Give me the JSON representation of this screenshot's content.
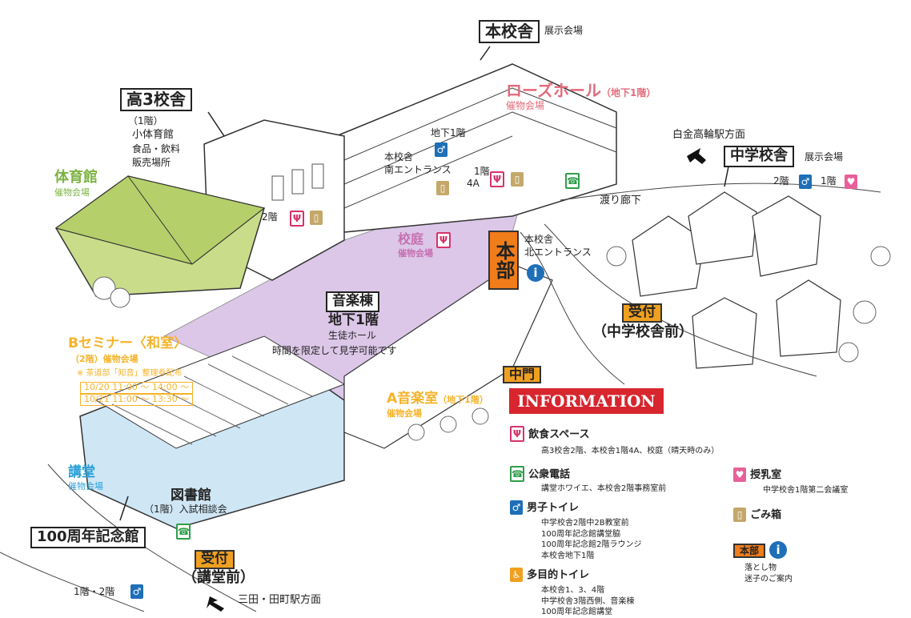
{
  "buildings": {
    "honkousha": {
      "name": "本校舎",
      "note": "展示会場"
    },
    "rose_hall": {
      "name": "ローズホール",
      "floor": "（地下1階）",
      "use": "催物会場"
    },
    "kou3": {
      "name": "高3校舎",
      "floor": "（1階）",
      "room": "小体育館",
      "sales1": "食品・飲料",
      "sales2": "販売場所"
    },
    "gym": {
      "name": "体育館",
      "use": "催物会場"
    },
    "south_entrance": {
      "floor": "地下1階",
      "name1": "本校舎",
      "name2": "南エントランス"
    },
    "floor1_4a": {
      "line1": "1階",
      "line2": "4A"
    },
    "floor2": "2階",
    "courtyard": {
      "name": "校庭",
      "use": "催物会場"
    },
    "honbu": "本部",
    "north_entrance": {
      "line1": "本校舎",
      "line2": "北エントランス"
    },
    "music": {
      "name": "音楽棟",
      "floor": "地下1階",
      "room": "生徒ホール",
      "note": "時間を限定して見学可能です"
    },
    "watari": "渡り廊下",
    "shirokane": "白金高輪駅方面",
    "junior": {
      "name": "中学校舎",
      "note": "展示会場",
      "f2": "2階",
      "f1": "1階"
    },
    "uketsuke_junior": {
      "badge": "受付",
      "place": "（中学校舎前）"
    },
    "b_seminar": {
      "name": "Bセミナー〈和室〉",
      "floor": "（2階）催物会場",
      "note": "※ 茶道部「知音」整理券配布",
      "time1": "10/20 11:00 ～ 14:00 ～",
      "time2": "10/21 11:00 ～ 13:30 ～"
    },
    "chumon": "中門",
    "a_music": {
      "name": "A音楽室",
      "floor": "（地下1階）",
      "use": "催物会場"
    },
    "koudou": {
      "name": "講堂",
      "use": "催物会場"
    },
    "library": {
      "name": "図書館",
      "note": "（1階）入試相談会"
    },
    "hundred": "100周年記念館",
    "uketsuke_koudou": {
      "badge": "受付",
      "place": "（講堂前）"
    },
    "floor12": "1階・2階",
    "mita": "三田・田町駅方面"
  },
  "legend": {
    "title": "INFORMATION",
    "food": {
      "label": "飲食スペース",
      "desc": "高3校舎2階、本校舎1階4A、校庭（晴天時のみ）"
    },
    "phone": {
      "label": "公衆電話",
      "desc": "講堂ホワイエ、本校舎2階事務室前"
    },
    "toilet": {
      "label": "男子トイレ",
      "desc1": "中学校舎2階中2B教室前",
      "desc2": "100周年記念館講堂脇",
      "desc3": "100周年記念館2階ラウンジ",
      "desc4": "本校舎地下1階"
    },
    "access": {
      "label": "多目的トイレ",
      "desc1": "本校舎1、3、4階",
      "desc2": "中学校舎3階西側、音楽棟",
      "desc3": "100周年記念館講堂"
    },
    "nursing": {
      "label": "授乳室",
      "desc": "中学校舎1階第二会議室"
    },
    "trash": {
      "label": "ごみ箱"
    },
    "lost": {
      "badge": "本部",
      "desc1": "落とし物",
      "desc2": "迷子のご案内"
    }
  },
  "icons": [
    "food-icon",
    "toilet-icon",
    "phone-icon",
    "nursing-icon",
    "trash-icon",
    "accessible-icon",
    "info-icon",
    "arrow-icon"
  ],
  "colors": {
    "courtyard": "#dcc7e8",
    "gym": "#c9dc8a",
    "koudou": "#cfe6f5",
    "rose": "#f6d6dc",
    "accent_orange": "#f0a020",
    "info_red": "#d7262e"
  }
}
